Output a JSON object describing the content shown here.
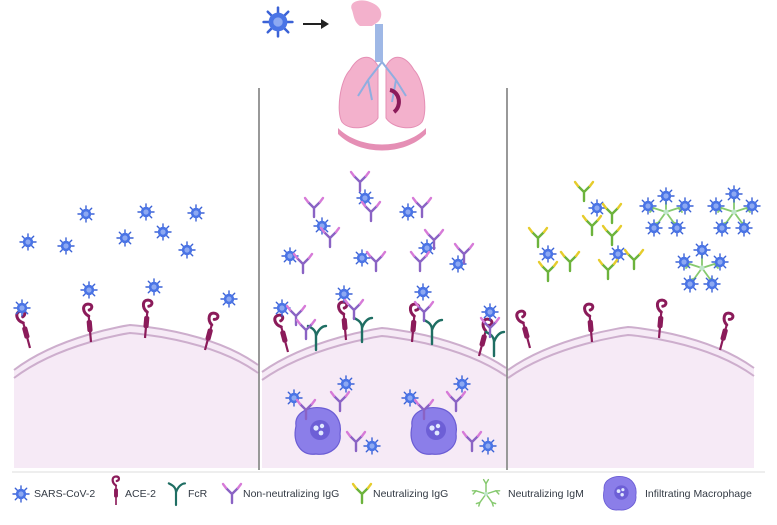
{
  "legend": {
    "sars_cov_2": "SARS-CoV-2",
    "ace2": "ACE-2",
    "fcr": "FcR",
    "non_neutralizing_igg": "Non-neutralizing IgG",
    "neutralizing_igg": "Neutralizing IgG",
    "neutralizing_igm": "Neutralizing IgM",
    "infiltrating_macrophage": "Infiltrating Macrophage"
  },
  "colors": {
    "virus": "#3b62d6",
    "ace2": "#8b1b5a",
    "fcr": "#1f6e63",
    "non_neutralizing_igg": "#9070c8",
    "neutralizing_igg": "#7bc044",
    "neutralizing_igm": "#8fd080",
    "macrophage": "#7d6fe0",
    "cell_fill": "#f6eaf6",
    "cell_membrane": "#cdaecd",
    "lung": "#f3b1cc",
    "panel_divider": "#555555"
  },
  "icons": [
    "arrow-right-icon",
    "lungs-icon",
    "virus-icon",
    "ace2-receptor-icon",
    "fcr-receptor-icon",
    "antibody-icon",
    "igm-pentamer-icon",
    "macrophage-icon"
  ]
}
